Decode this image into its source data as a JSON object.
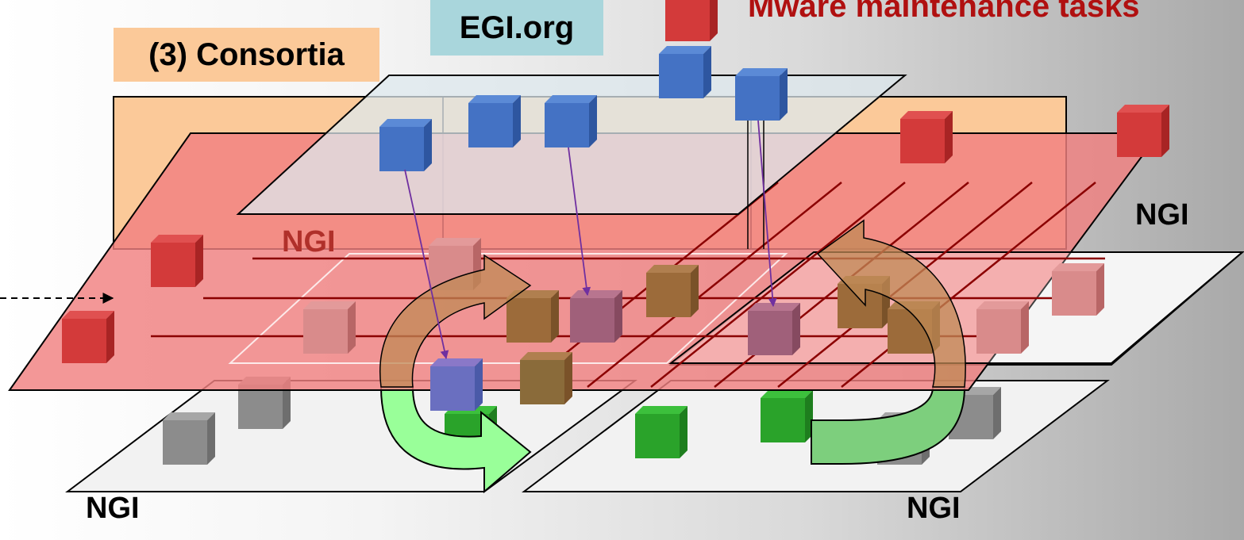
{
  "labels": {
    "egi": "EGI.org",
    "consortia": "(3) Consortia",
    "ngi_mid": "NGI",
    "ngi_right": "NGI",
    "ngi_bottom_left": "NGI",
    "ngi_bottom_right": "NGI",
    "legend": "Mware maintenance tasks"
  },
  "colors": {
    "egi_box": "#a9d6dc",
    "consortia_box": "#fbc999",
    "ngi_plane": "#f08080",
    "ngi_plane_white": "#f2f2f2",
    "blue_cube": "#4472c4",
    "red_cube": "#d33a3a",
    "grey_cube": "#8c8c8c",
    "green_cube": "#2aa32a",
    "brown_cube": "#9c6b3a",
    "mauve_cube": "#a0607a",
    "pink_cube": "#d98b8b",
    "green_arrow": "#99ff99",
    "brown_arrow": "#c08a55",
    "legend_text": "#b01010"
  }
}
